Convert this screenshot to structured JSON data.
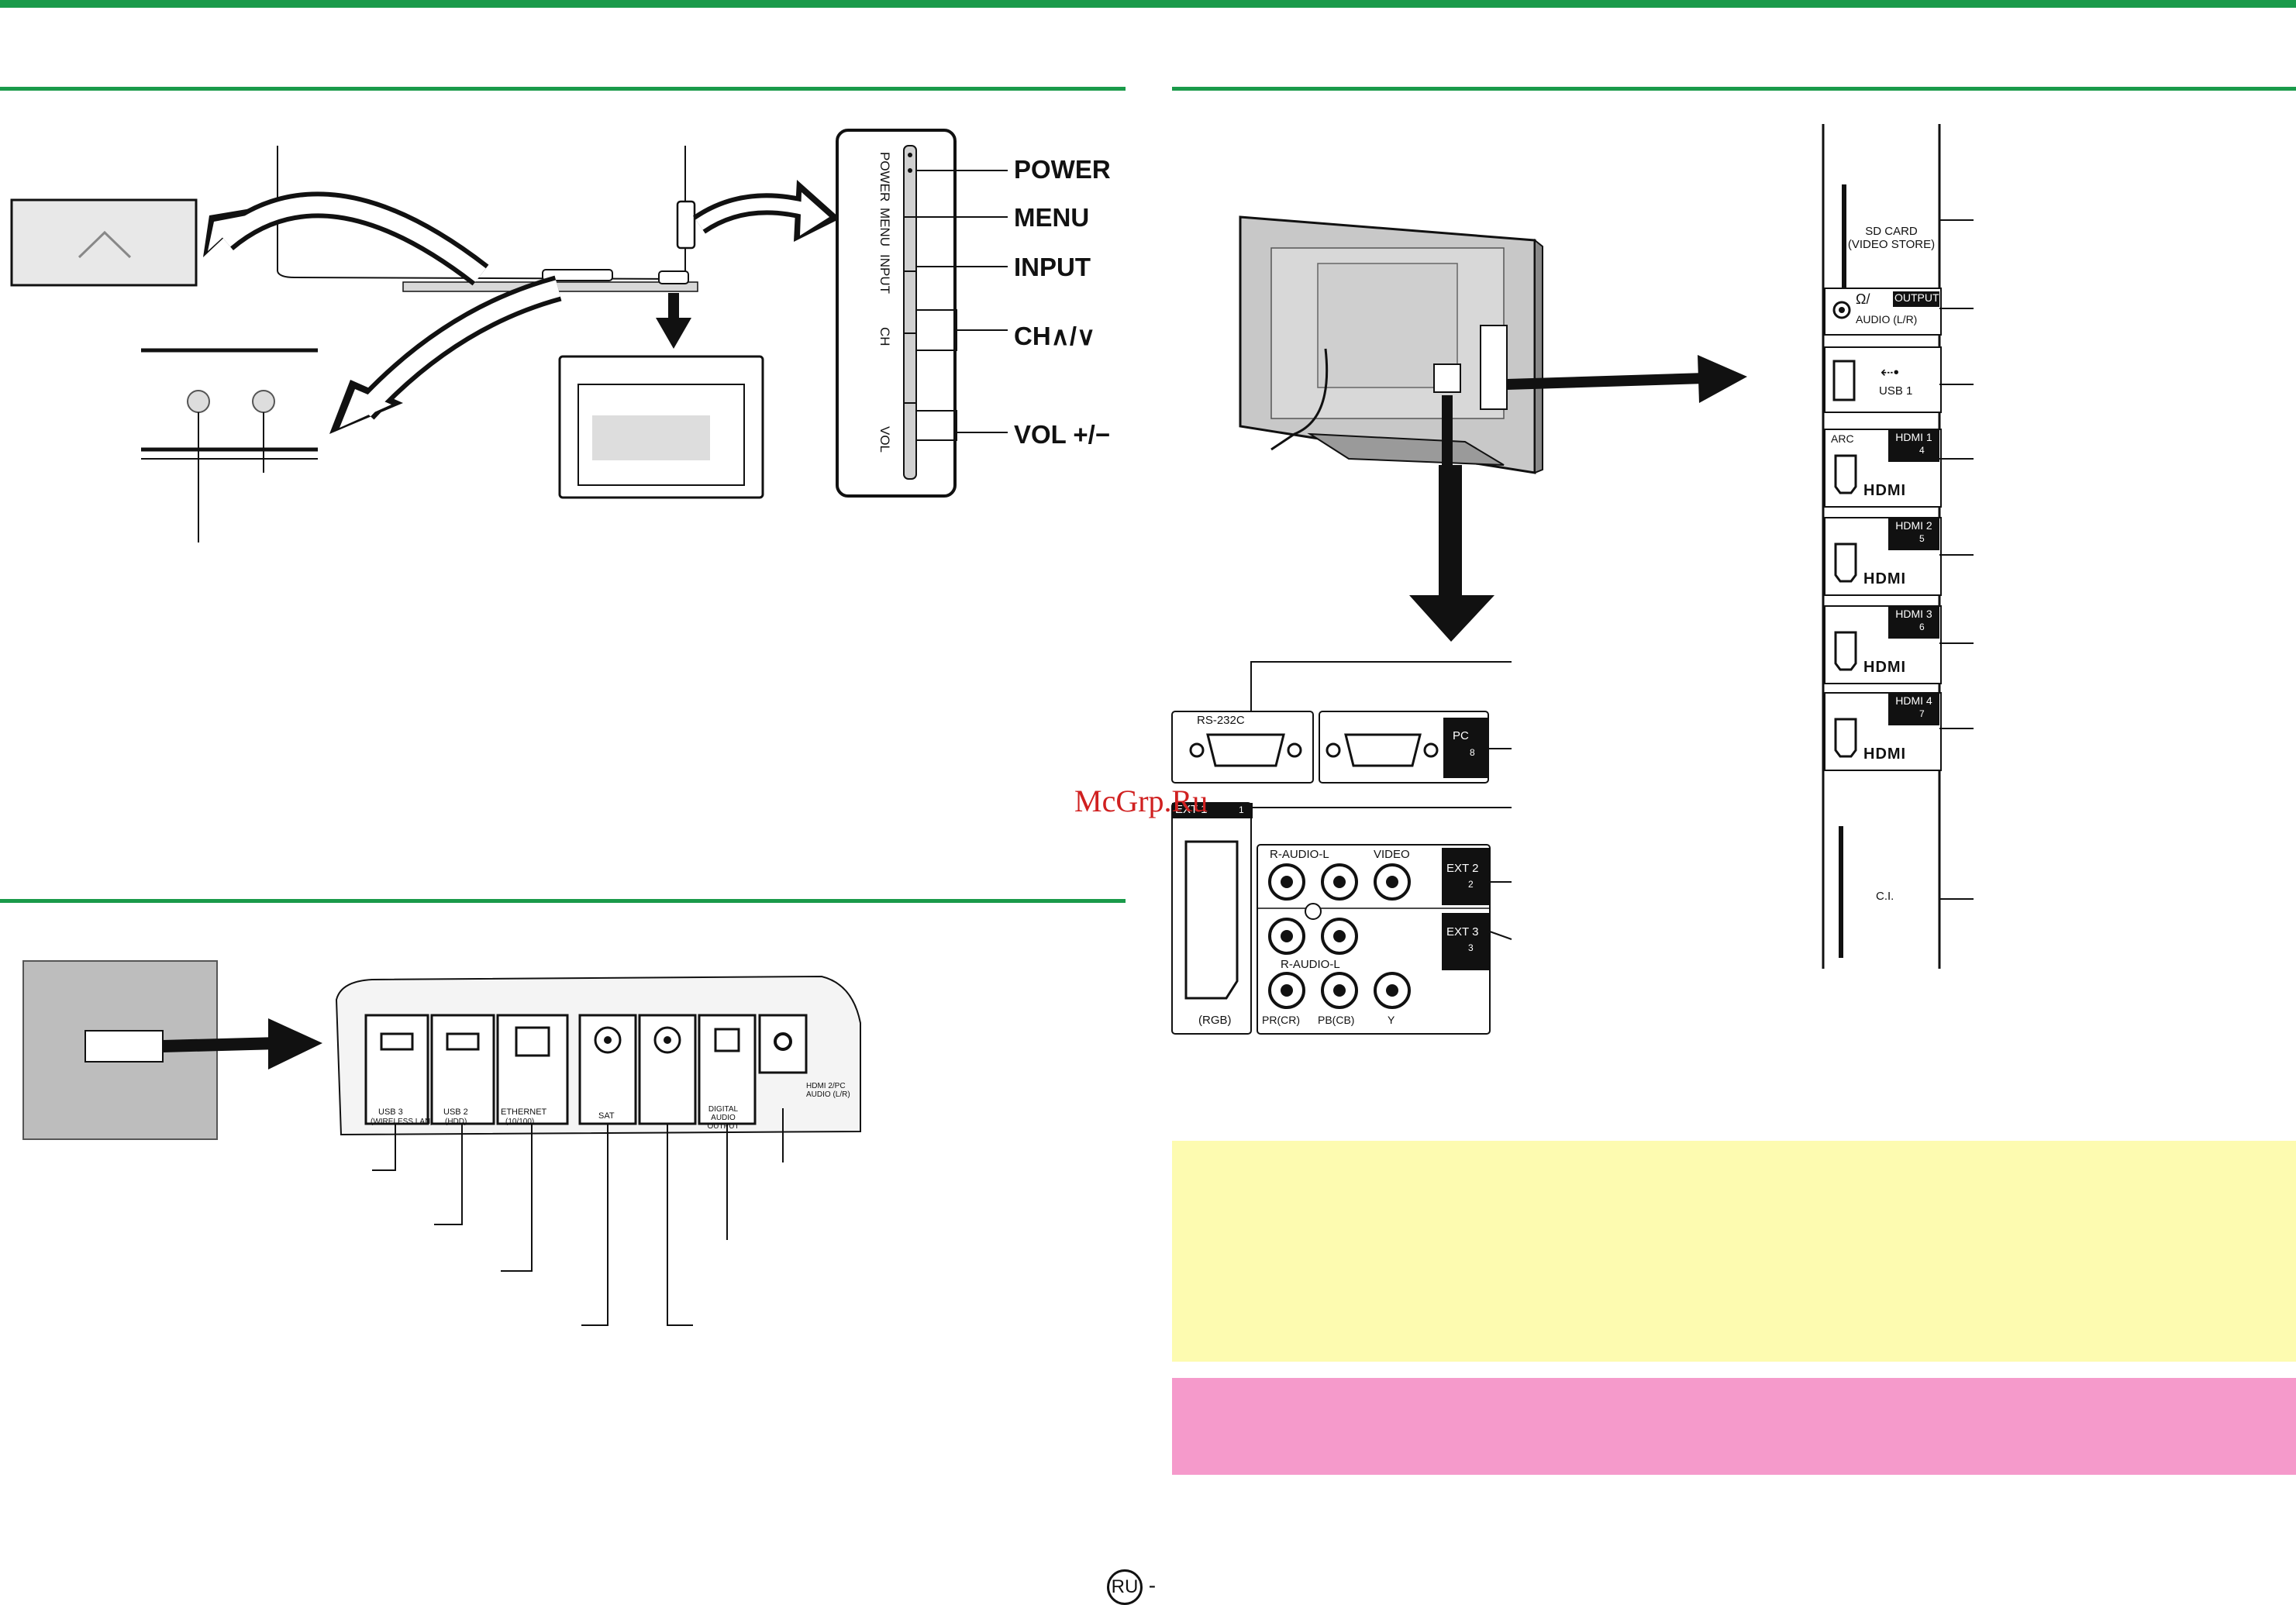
{
  "control_labels": {
    "power": "POWER",
    "menu": "MENU",
    "input": "INPUT",
    "ch": "CH∧/∨",
    "vol": "VOL +/−"
  },
  "side_strip_labels": [
    "POWER",
    "MENU",
    "INPUT",
    "CH",
    "VOL"
  ],
  "rear_terminals": {
    "sd_card": [
      "SD CARD",
      "(VIDEO STORE)"
    ],
    "audio_output_badge": "OUTPUT",
    "audio_lr": "AUDIO (L/R)",
    "usb1": "USB 1",
    "arc": "ARC",
    "hdmi_ports": [
      "HDMI 1",
      "HDMI 2",
      "HDMI 3",
      "HDMI 4"
    ],
    "hdmi_inputs": [
      "4",
      "5",
      "6",
      "7"
    ],
    "hdmi_logo": "HDMI",
    "ci": "C.I."
  },
  "bottom_panel": {
    "rs232c": "RS-232C",
    "pc": "PC",
    "pc_input": "8",
    "ext1": "EXT 1",
    "ext1_input": "1",
    "rgb": "(RGB)",
    "ext2": "EXT 2",
    "ext2_input": "2",
    "ext3": "EXT 3",
    "ext3_input": "3",
    "r_audio_l": "R-AUDIO-L",
    "video": "VIDEO",
    "pr": "PR(CR)",
    "pb": "PB(CB)",
    "y": "Y"
  },
  "side_panel": {
    "usb3": "USB 3",
    "wireless_lan": "(WIRELESS LAN)",
    "usb2": "USB 2",
    "hdd": "(HDD)",
    "ethernet": "ETHERNET",
    "ethernet_speed": "(10/100)",
    "sat": "SAT",
    "digital_audio_output": [
      "DIGITAL",
      "AUDIO",
      "OUTPUT"
    ],
    "hdmi_pc_audio": [
      "HDMI 2/PC",
      "AUDIO (L/R)"
    ]
  },
  "watermark": "McGrp.Ru",
  "page_footer": {
    "lang_code": "RU",
    "dash": "-"
  },
  "colors": {
    "section_rule": "#1a9a4a",
    "note_yellow": "#fdfbb0",
    "note_pink": "#f59acb",
    "watermark": "#d02020"
  }
}
